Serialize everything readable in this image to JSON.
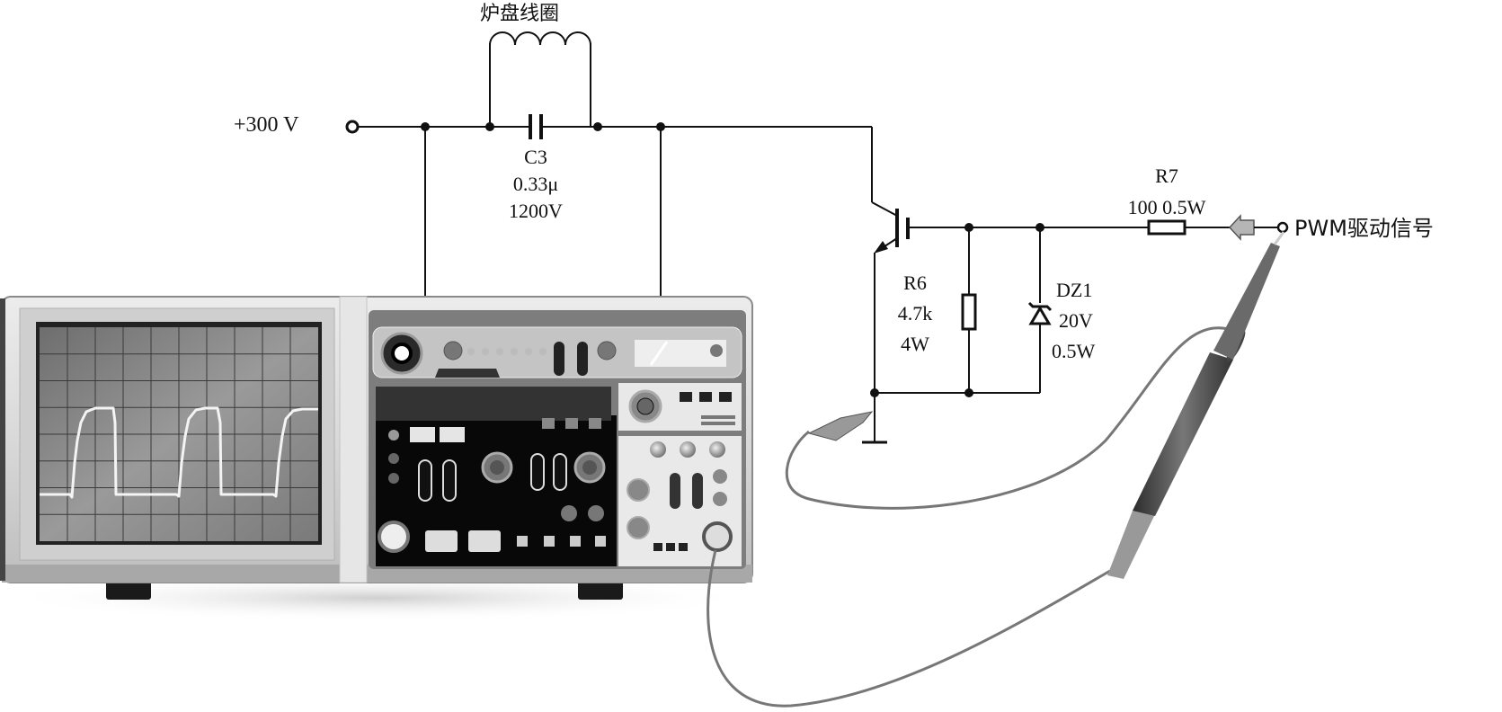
{
  "diagram": {
    "coil_label": "炉盘线圈",
    "supply_label": "+300 V",
    "c3": {
      "name": "C3",
      "value": "0.33μ",
      "voltage": "1200V"
    },
    "r7": {
      "name": "R7",
      "value": "100 0.5W"
    },
    "r6": {
      "name": "R6",
      "value": "4.7k",
      "power": "4W"
    },
    "dz1": {
      "name": "DZ1",
      "voltage": "20V",
      "power": "0.5W"
    },
    "input_label": "PWM驱动信号"
  },
  "oscilloscope": {
    "grid": {
      "cols": 10,
      "rows": 8
    },
    "waveform": "square-with-slow-rise",
    "colors": {
      "screen": "#8c8c8c",
      "trace": "#f4f4f4",
      "body": "#d6d6d6",
      "panel_dark": "#111111"
    }
  }
}
